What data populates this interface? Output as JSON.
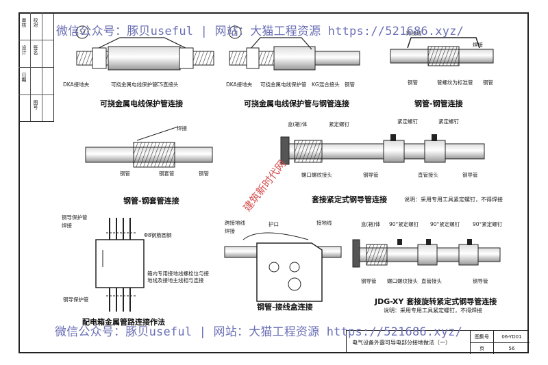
{
  "watermarks": {
    "top": "微信公众号：豚贝useful | 网站：大猫工程资源 https://521686.xyz/",
    "bottom": "微信公众号：豚贝useful | 网站：大猫工程资源 https://521686.xyz/",
    "diagonal": "建筑新时代网"
  },
  "sidebar": {
    "labels": [
      "审核",
      "校对",
      "设计",
      "签名",
      "日期",
      "图号"
    ]
  },
  "figures": [
    {
      "caption": "可挠金属电线保护管连接",
      "number": "57",
      "labels": [
        "DKA接地夹",
        "可挠金属电线保护管",
        "CS直接头"
      ]
    },
    {
      "caption": "可挠金属电线保护管与钢管连接",
      "number": "1",
      "labels": [
        "DKA接地夹",
        "可挠金属电线保护管",
        "KG混合接头",
        "钢管"
      ]
    },
    {
      "caption": "钢管-钢管连接",
      "labels": [
        "跨接线",
        "焊接",
        "钢管",
        "管螺纹为标准管",
        "钢管"
      ]
    },
    {
      "caption": "钢管-钢套管连接",
      "labels": [
        "焊接",
        "钢管",
        "钢套管",
        "钢管"
      ]
    },
    {
      "caption": "套接紧定式钢导管连接",
      "note": "说明：采用专用工具紧定螺钉，不得焊接",
      "labels": [
        "盒(箱)体",
        "紧定螺钉",
        "紧定螺钉",
        "紧定螺钉",
        "螺口螺纹接头",
        "钢导管",
        "直管接头",
        "钢导管"
      ]
    },
    {
      "caption": "配电箱金属管路连接作法",
      "labels": [
        "钢导保护管",
        "焊接",
        "Φ8钢筋圆钢",
        "箱内专用接地线螺栓位与接地线及接地主线相与连接",
        "钢导保护管"
      ]
    },
    {
      "caption": "钢管-接线盒连接",
      "labels": [
        "跨接地线",
        "焊接",
        "护口",
        "接地线"
      ]
    },
    {
      "caption": "JDG-XY 套接旋转紧定式钢导管连接",
      "note": "说明：采用专用工具紧定螺钉，不得焊接",
      "labels": [
        "盒(箱)体",
        "90°紧定螺钉",
        "90°紧定螺钉",
        "90°紧定螺钉",
        "钢导管",
        "螺口螺纹接头",
        "直管接头",
        "钢导管"
      ]
    }
  ],
  "title_block": {
    "title": "电气设备外露可导电部分接地做法（一）",
    "set_label": "图集号",
    "set_value": "06-YD01",
    "page_label": "页",
    "page_value": "56"
  },
  "colors": {
    "watermark_blue": "#6a6fb5",
    "watermark_red": "#d44a4a",
    "line": "#222222"
  }
}
